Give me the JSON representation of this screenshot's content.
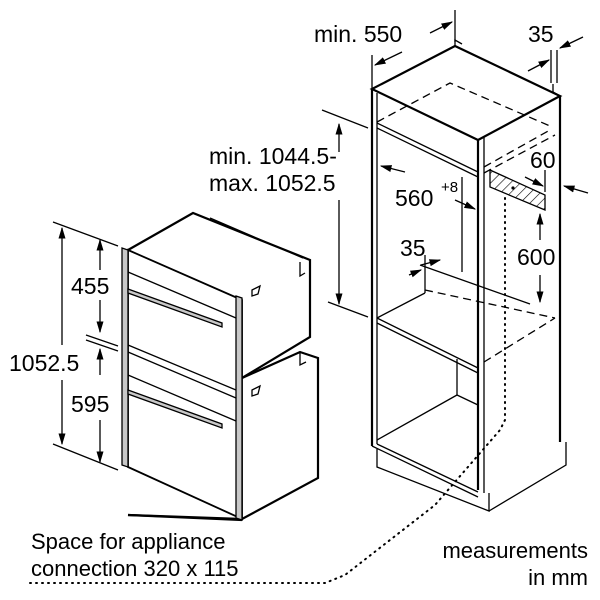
{
  "diagram": {
    "type": "built-in double oven installation drawing",
    "cabinet": {
      "width_label": "min. 550",
      "rear_gap_label": "35",
      "niche_height_label_line1": "min. 1044.5-",
      "niche_height_label_line2": "max. 1052.5",
      "inner_width_label": "560",
      "inner_width_tolerance": "+8",
      "shelf_setback_label": "35",
      "vent_depth_label": "60",
      "vent_height_label": "600"
    },
    "appliance": {
      "total_height_label": "1052.5",
      "upper_oven_height_label": "455",
      "lower_oven_height_label": "595"
    },
    "notes": {
      "connection_space_line1": "Space for appliance",
      "connection_space_line2": "connection 320 x 115",
      "units_line1": "measurements",
      "units_line2": "in mm"
    },
    "colors": {
      "line": "#000000",
      "frame_trim": "#c8c8c8",
      "background": "#ffffff"
    }
  }
}
